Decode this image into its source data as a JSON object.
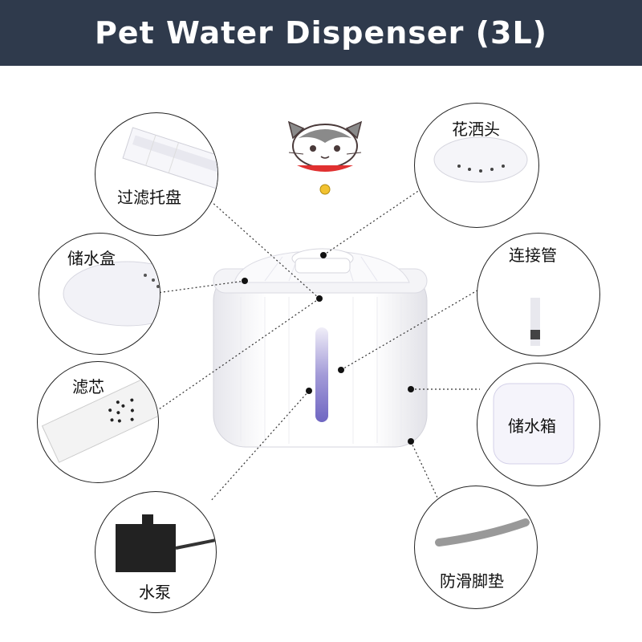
{
  "title": "Pet Water Dispenser (3L)",
  "parts": {
    "filter_tray": "过滤托盘",
    "water_box": "储水盒",
    "filter_core": "滤芯",
    "pump": "水泵",
    "shower_head": "花洒头",
    "connector_pipe": "连接管",
    "water_tank": "储水箱",
    "antislip_pad": "防滑脚垫"
  },
  "colors": {
    "banner": "#2f3a4c",
    "window": "#7d73c9"
  }
}
